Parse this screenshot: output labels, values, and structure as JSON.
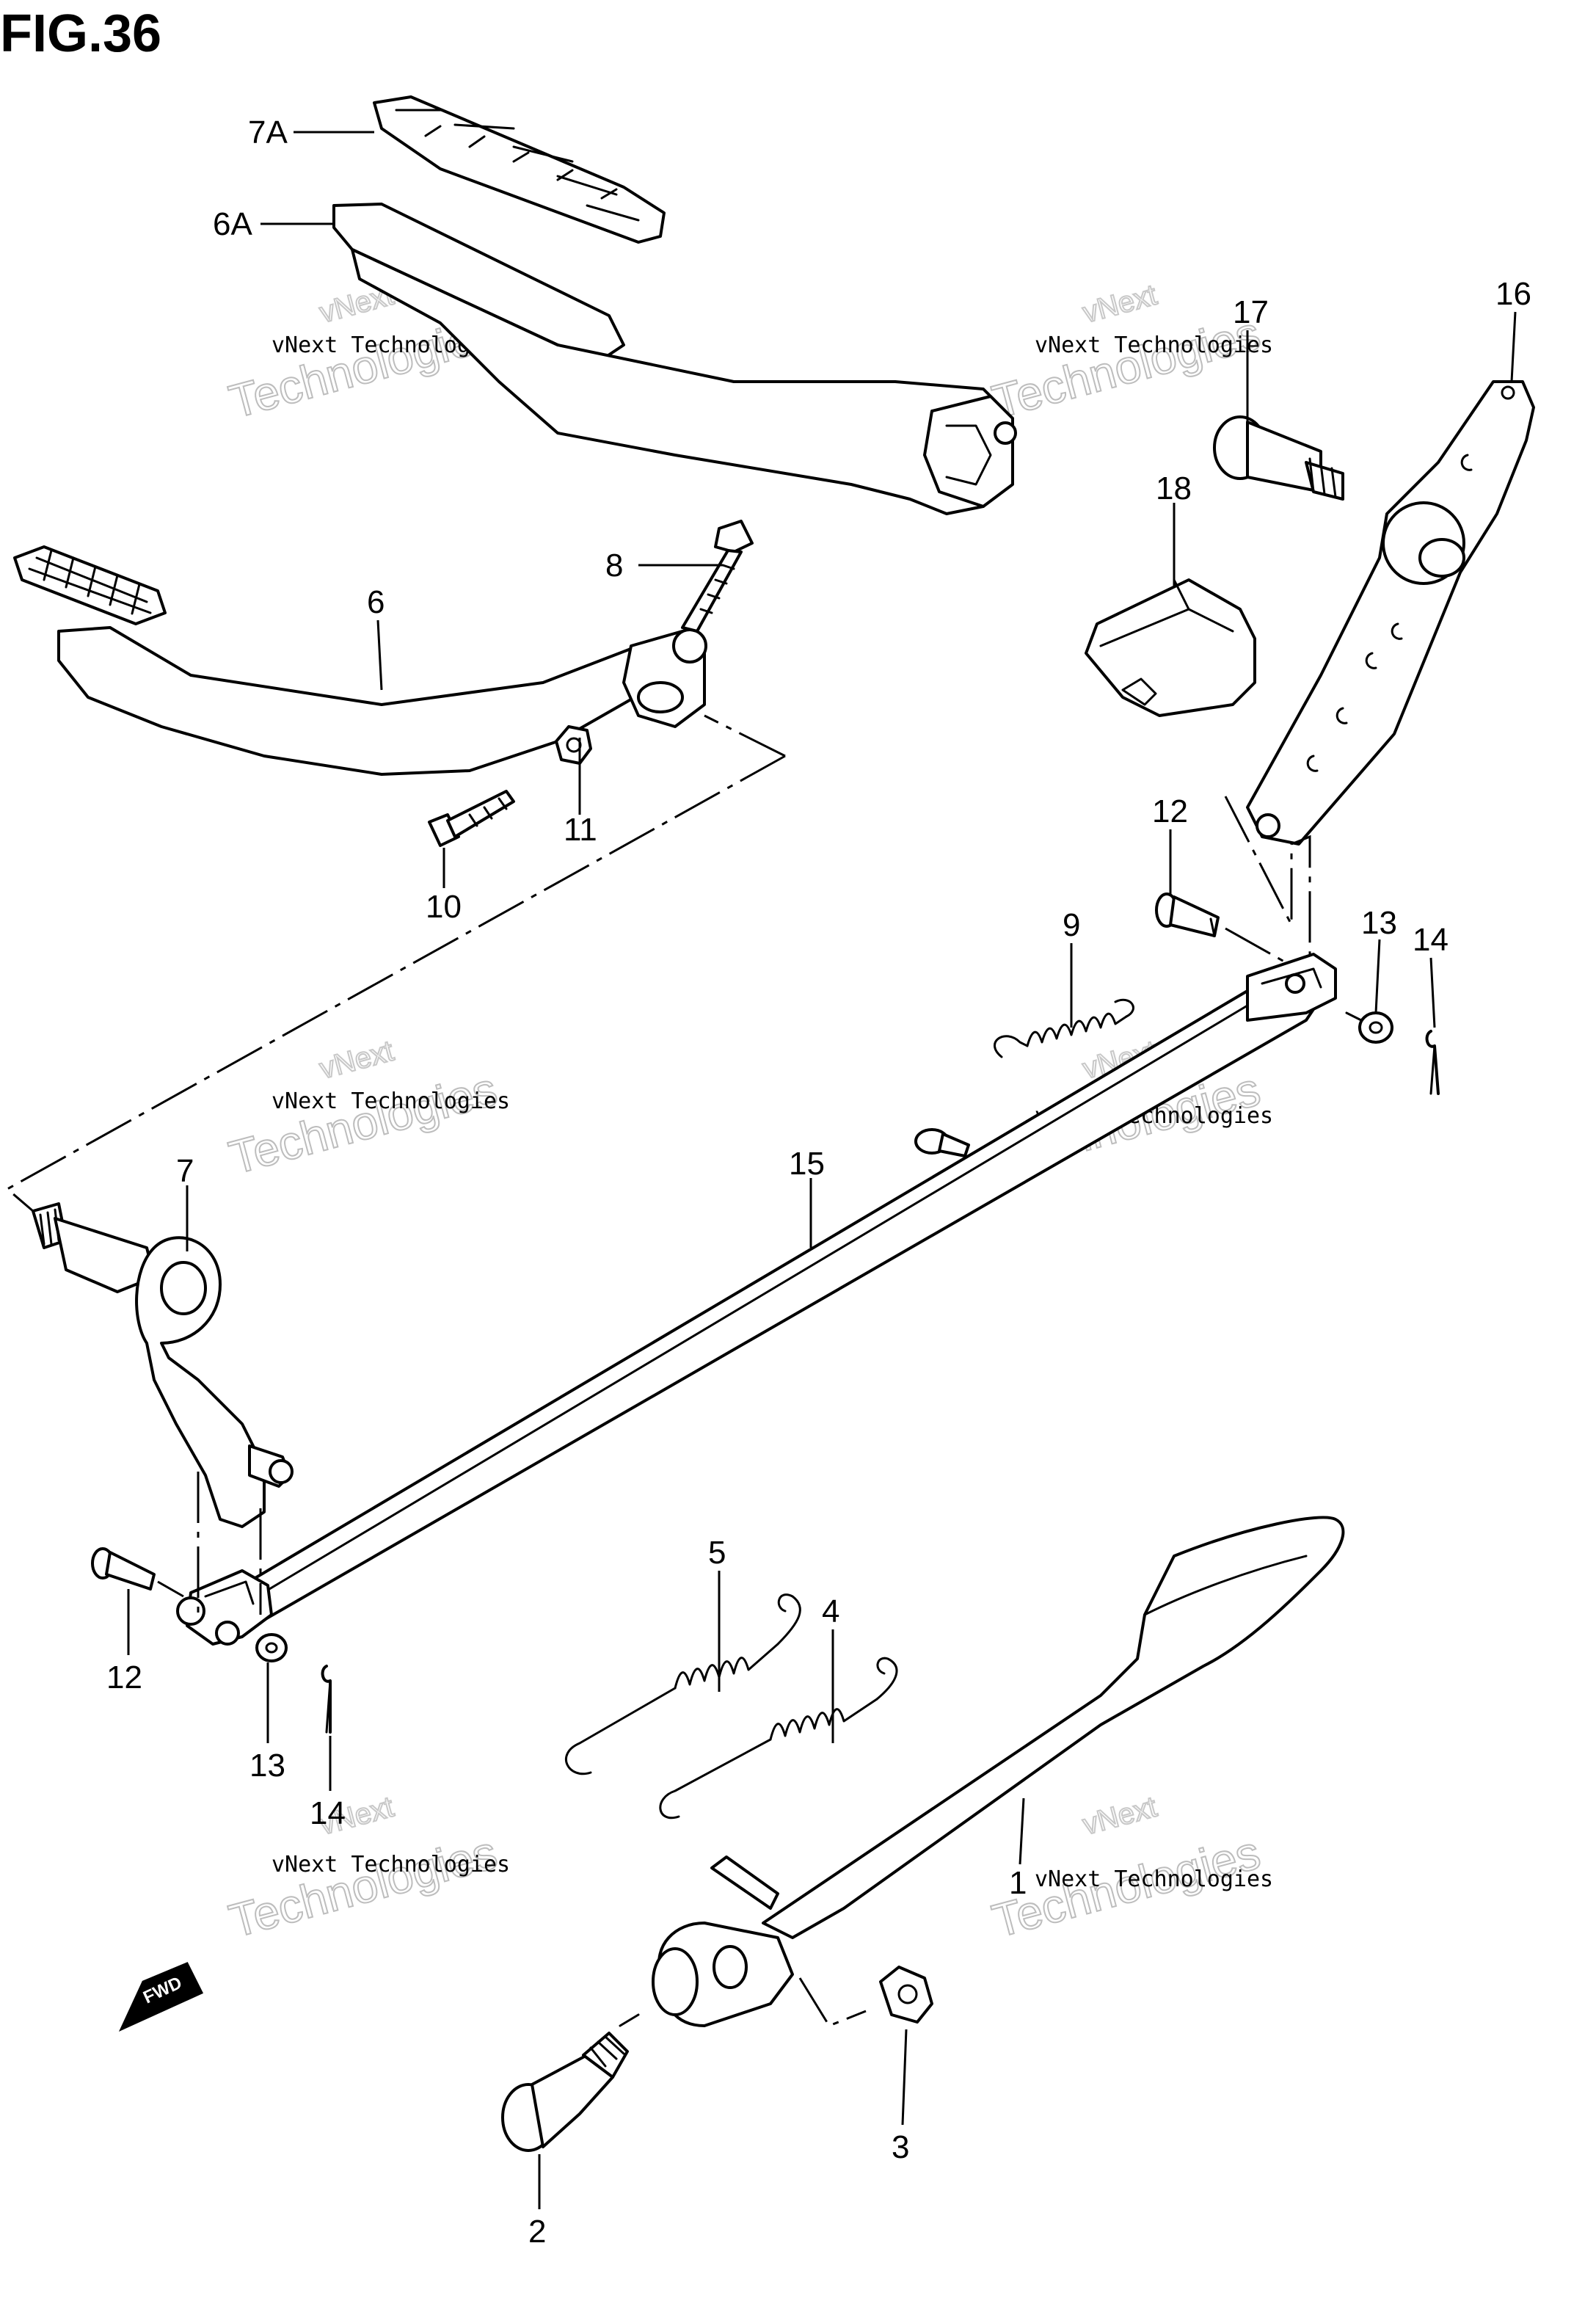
{
  "figure": {
    "title": "FIG.36"
  },
  "callouts": {
    "p1": "1",
    "p2": "2",
    "p3": "3",
    "p4": "4",
    "p5": "5",
    "p6": "6",
    "p6a": "6A",
    "p7": "7",
    "p7a": "7A",
    "p8": "8",
    "p9": "9",
    "p10": "10",
    "p11": "11",
    "p12a": "12",
    "p12b": "12",
    "p13a": "13",
    "p13b": "13",
    "p14a": "14",
    "p14b": "14",
    "p15": "15",
    "p16": "16",
    "p17": "17",
    "p18": "18"
  },
  "watermark": {
    "line1": "vNext Technologies",
    "line2": "Technologies",
    "line3": "vNext"
  },
  "direction_marker": {
    "label": "FWD"
  }
}
